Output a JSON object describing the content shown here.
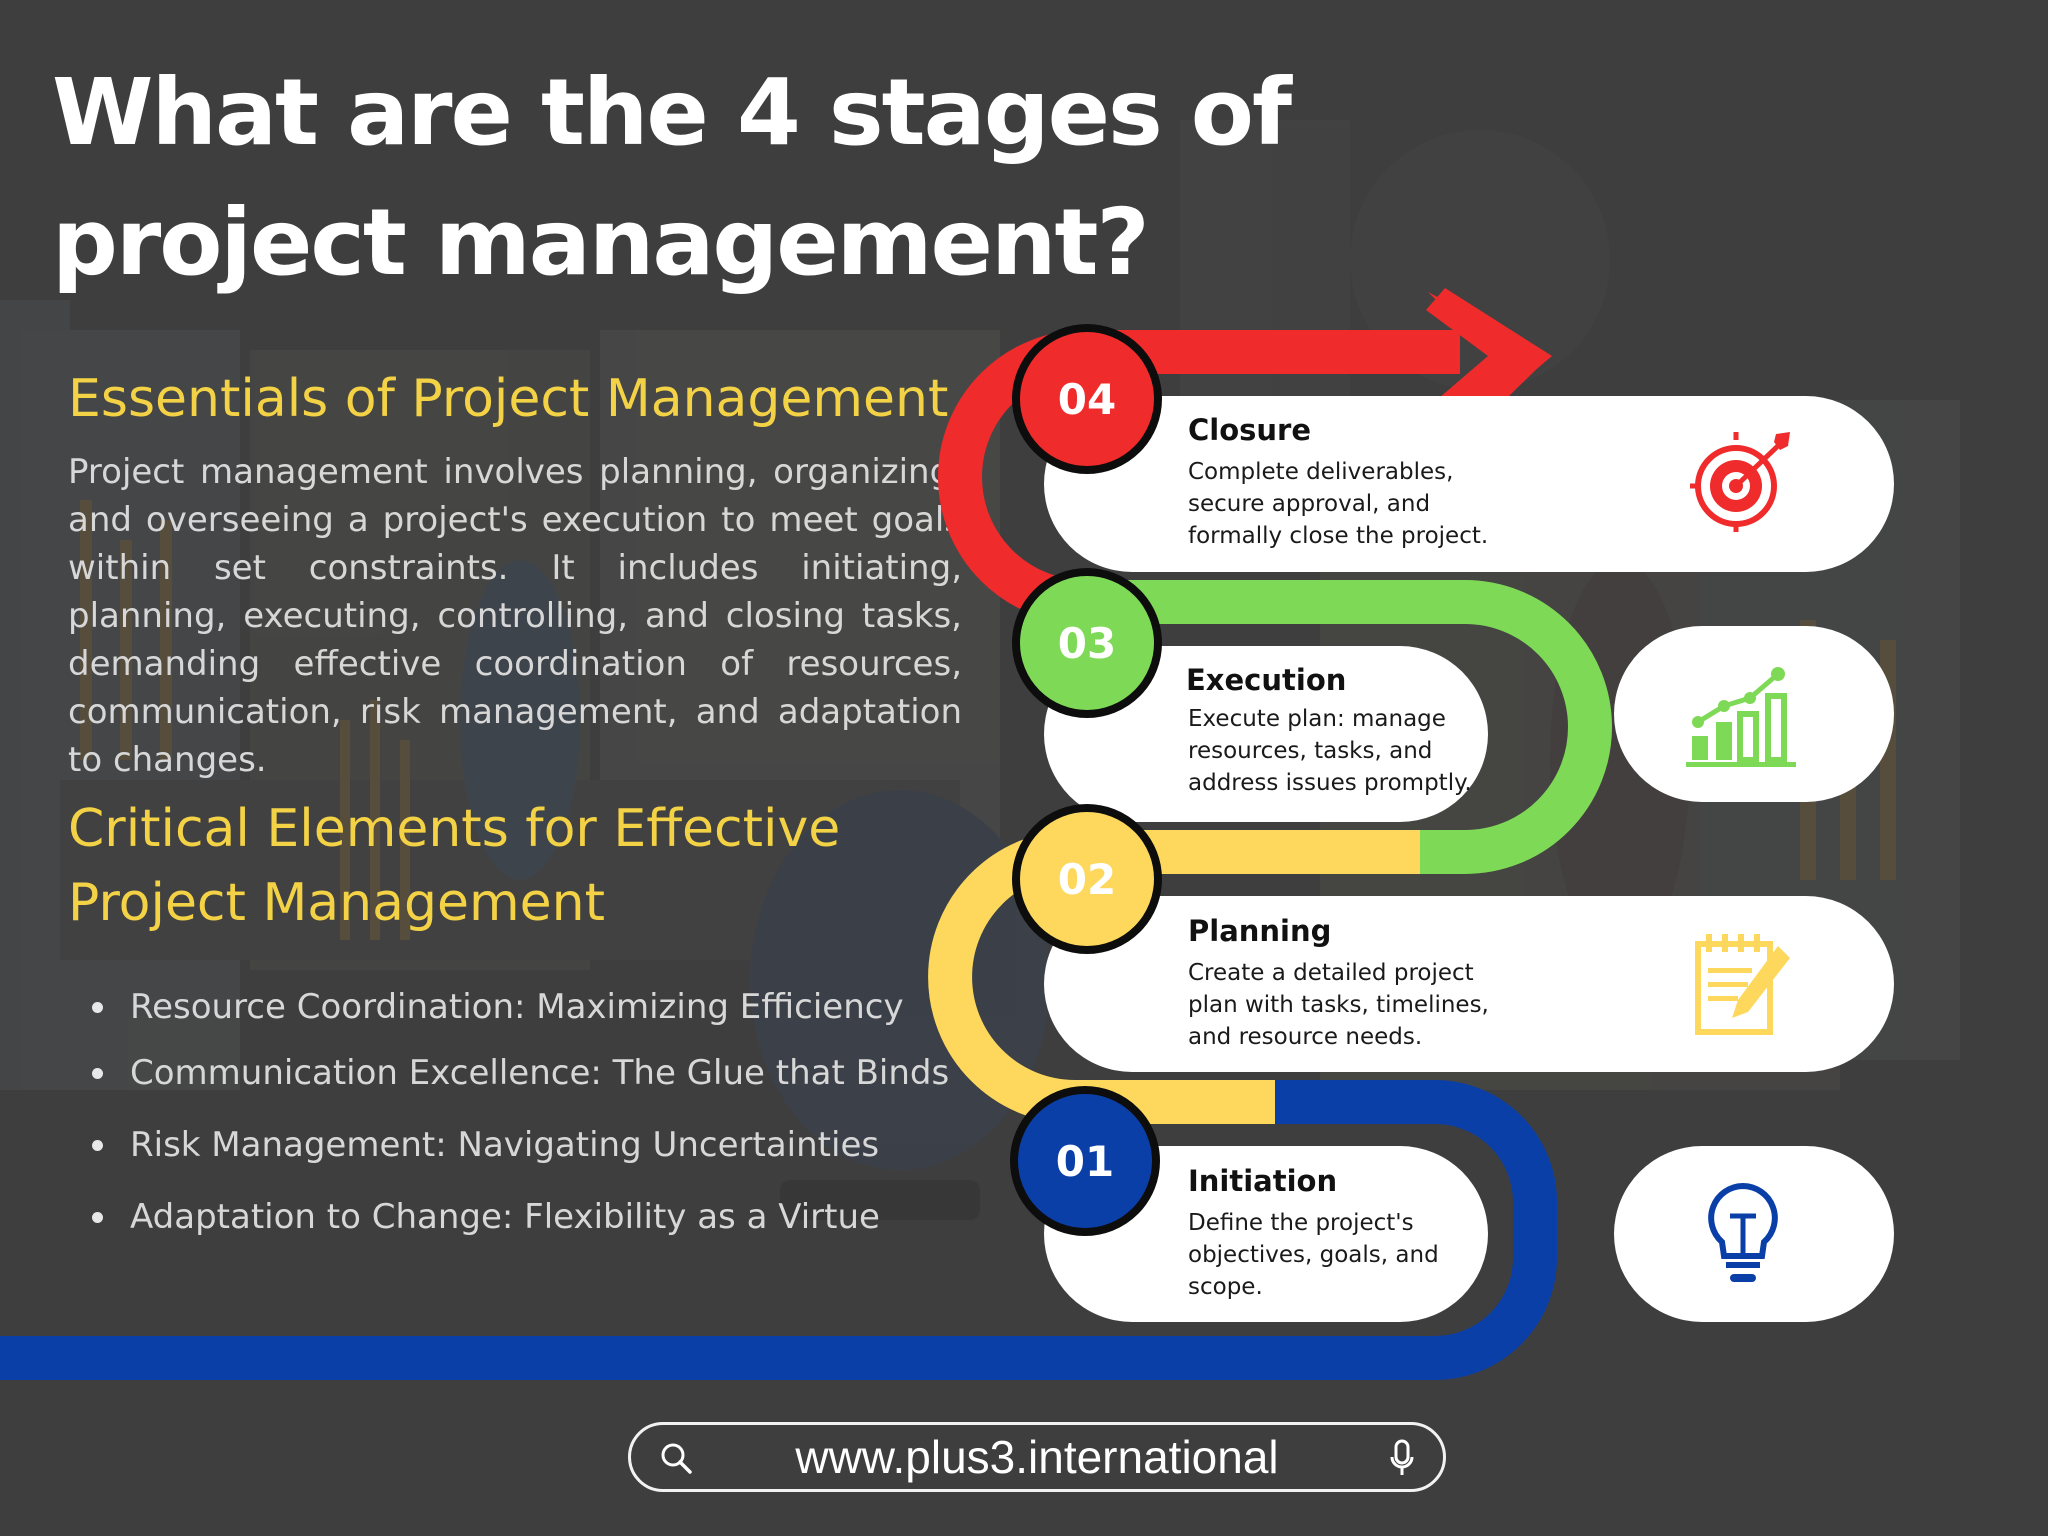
{
  "title": "What are the 4 stages of project management?",
  "essentials": {
    "heading": "Essentials of Project Management",
    "body": "Project management involves planning, organizing, and overseeing a project's execution to meet goals within set constraints. It includes initiating, planning, executing, controlling, and closing tasks, demanding effective coordination of resources, communication, risk management, and adaptation to changes."
  },
  "critical": {
    "heading": "Critical Elements for Effective Project Management",
    "items": [
      "Resource Coordination: Maximizing Efficiency",
      "Communication Excellence: The Glue that Binds",
      "Risk Management: Navigating Uncertainties",
      "Adaptation to Change: Flexibility as a Virtue"
    ]
  },
  "stages": [
    {
      "number": "04",
      "title": "Closure",
      "description": "Complete deliverables, secure approval, and formally close the project.",
      "color": "#ef2b2b",
      "icon": "target-icon"
    },
    {
      "number": "03",
      "title": "Execution",
      "description": "Execute plan: manage resources, tasks, and address issues promptly.",
      "color": "#7ed957",
      "icon": "growth-chart-icon"
    },
    {
      "number": "02",
      "title": "Planning",
      "description": "Create a detailed project plan with tasks, timelines, and resource needs.",
      "color": "#fdd85d",
      "icon": "notepad-pencil-icon"
    },
    {
      "number": "01",
      "title": "Initiation",
      "description": "Define the project's objectives, goals, and scope.",
      "color": "#0b3fa8",
      "icon": "lightbulb-icon"
    }
  ],
  "footer": {
    "url": "www.plus3.international",
    "search_icon": "search-icon",
    "mic_icon": "microphone-icon"
  },
  "colors": {
    "background": "#3e3e3f",
    "heading_accent": "#f4d246",
    "blue": "#0b3fa8",
    "yellow": "#fdd85d",
    "green": "#7ed957",
    "red": "#ef2b2b"
  }
}
